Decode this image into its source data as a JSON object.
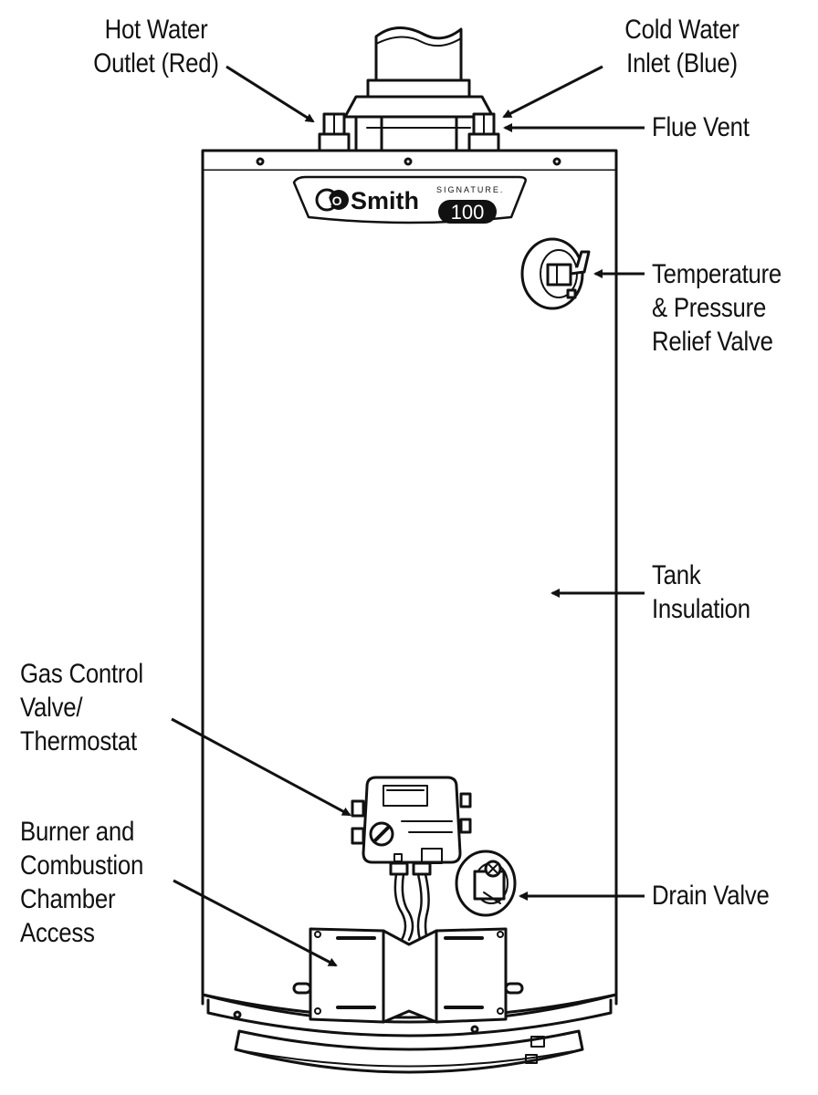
{
  "labels": {
    "hot_water_outlet": [
      "Hot Water",
      "Outlet (Red)"
    ],
    "cold_water_inlet": [
      "Cold Water",
      "Inlet (Blue)"
    ],
    "flue_vent": [
      "Flue Vent"
    ],
    "tp_relief_valve": [
      "Temperature",
      "& Pressure",
      "Relief Valve"
    ],
    "tank_insulation": [
      "Tank",
      "Insulation"
    ],
    "gas_control_valve": [
      "Gas Control",
      "Valve/",
      "Thermostat"
    ],
    "burner_access": [
      "Burner and",
      "Combustion",
      "Chamber",
      "Access"
    ],
    "drain_valve": [
      "Drain Valve"
    ]
  },
  "logo": {
    "brand_prefix": "AO",
    "brand_name": "Smith",
    "trademark": ".",
    "line": "SIGNATURE.",
    "model": "100"
  },
  "colors": {
    "ink": "#111111",
    "background": "#ffffff",
    "logo_badge": "#111111"
  }
}
